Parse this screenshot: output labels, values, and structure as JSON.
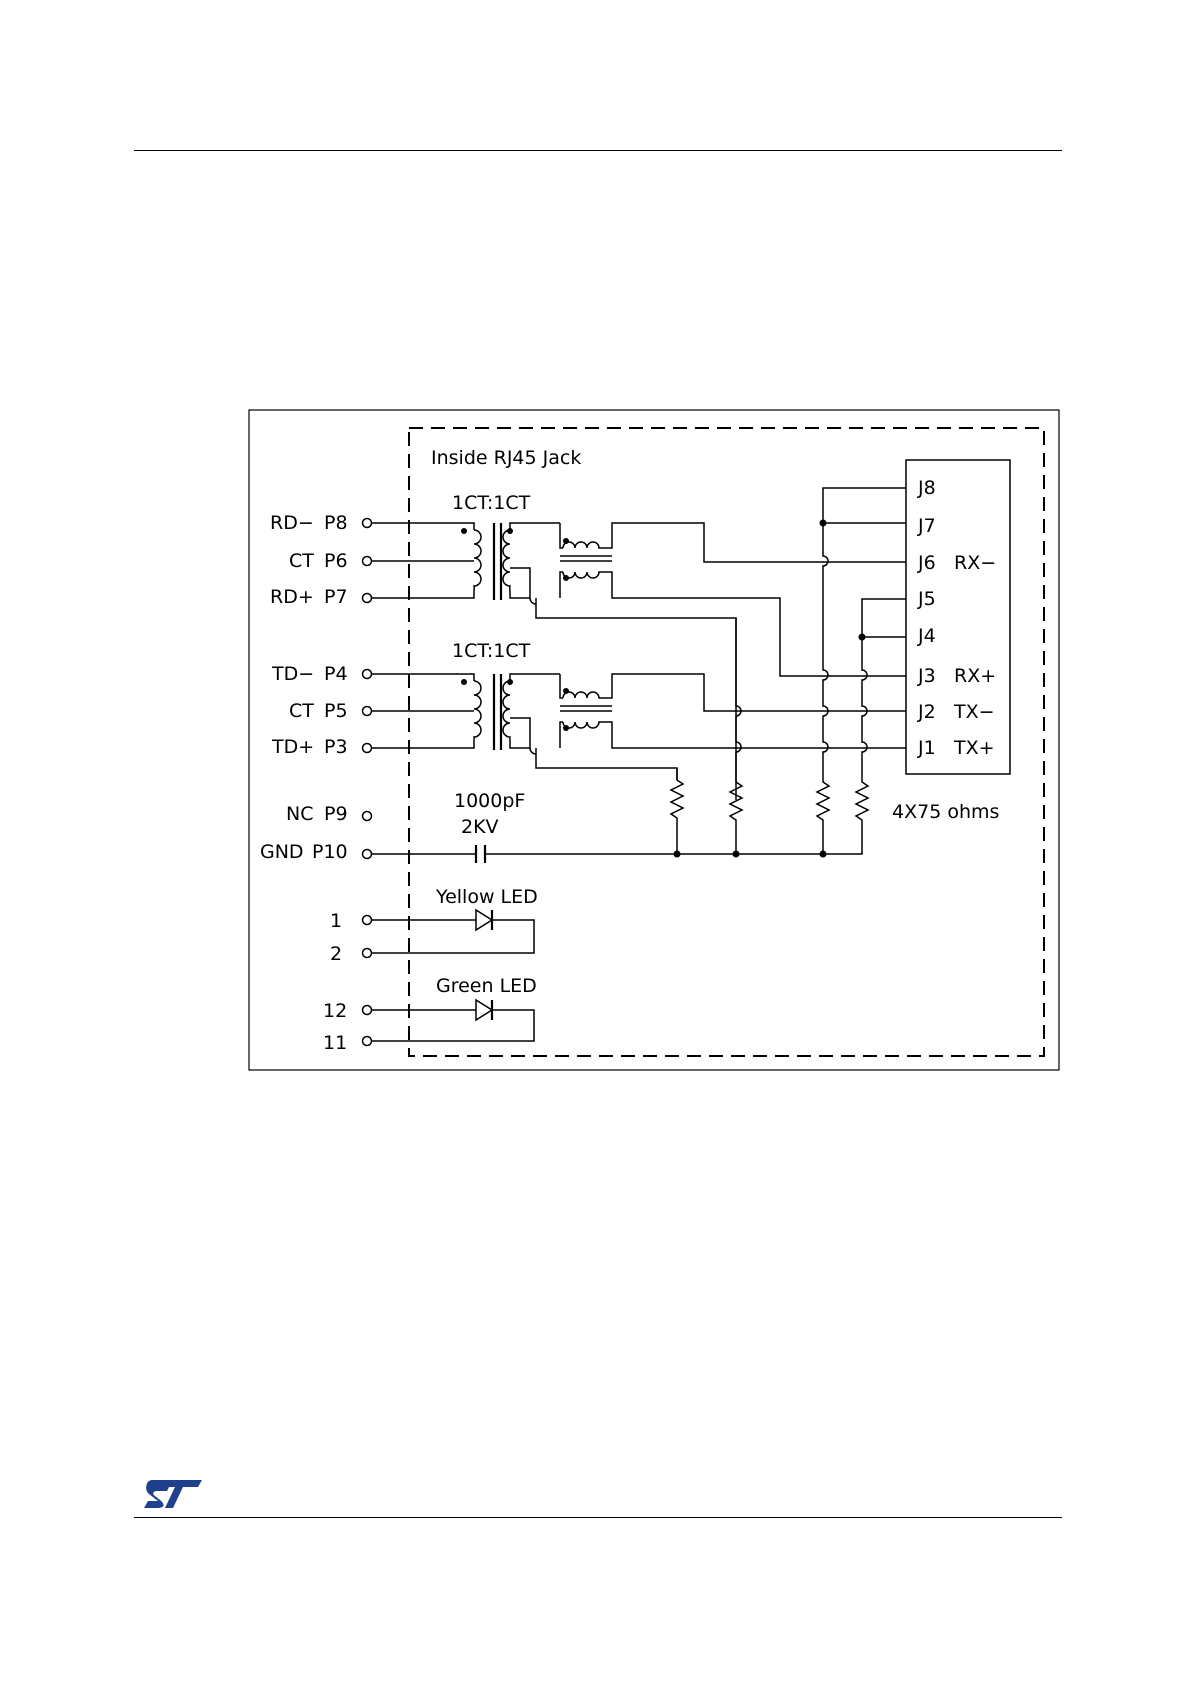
{
  "diagram": {
    "title": "Inside RJ45 Jack",
    "upper_transformer_label": "1CT:1CT",
    "lower_transformer_label": "1CT:1CT",
    "pins_left": [
      {
        "signal": "RD−",
        "pin": "P8"
      },
      {
        "signal": "CT",
        "pin": "P6"
      },
      {
        "signal": "RD+",
        "pin": "P7"
      },
      {
        "signal": "TD−",
        "pin": "P4"
      },
      {
        "signal": "CT",
        "pin": "P5"
      },
      {
        "signal": "TD+",
        "pin": "P3"
      },
      {
        "signal": "NC",
        "pin": "P9"
      },
      {
        "signal": "GND",
        "pin": "P10"
      }
    ],
    "jack_pins": [
      {
        "pin": "J8",
        "signal": ""
      },
      {
        "pin": "J7",
        "signal": ""
      },
      {
        "pin": "J6",
        "signal": "RX−"
      },
      {
        "pin": "J5",
        "signal": ""
      },
      {
        "pin": "J4",
        "signal": ""
      },
      {
        "pin": "J3",
        "signal": "RX+"
      },
      {
        "pin": "J2",
        "signal": "TX−"
      },
      {
        "pin": "J1",
        "signal": "TX+"
      }
    ],
    "capacitor_value": "1000pF",
    "capacitor_voltage": "2KV",
    "resistor_label": "4X75  ohms",
    "yellow_led_label": "Yellow  LED",
    "green_led_label": "Green  LED",
    "led_pins": [
      "1",
      "2",
      "12",
      "11"
    ]
  }
}
